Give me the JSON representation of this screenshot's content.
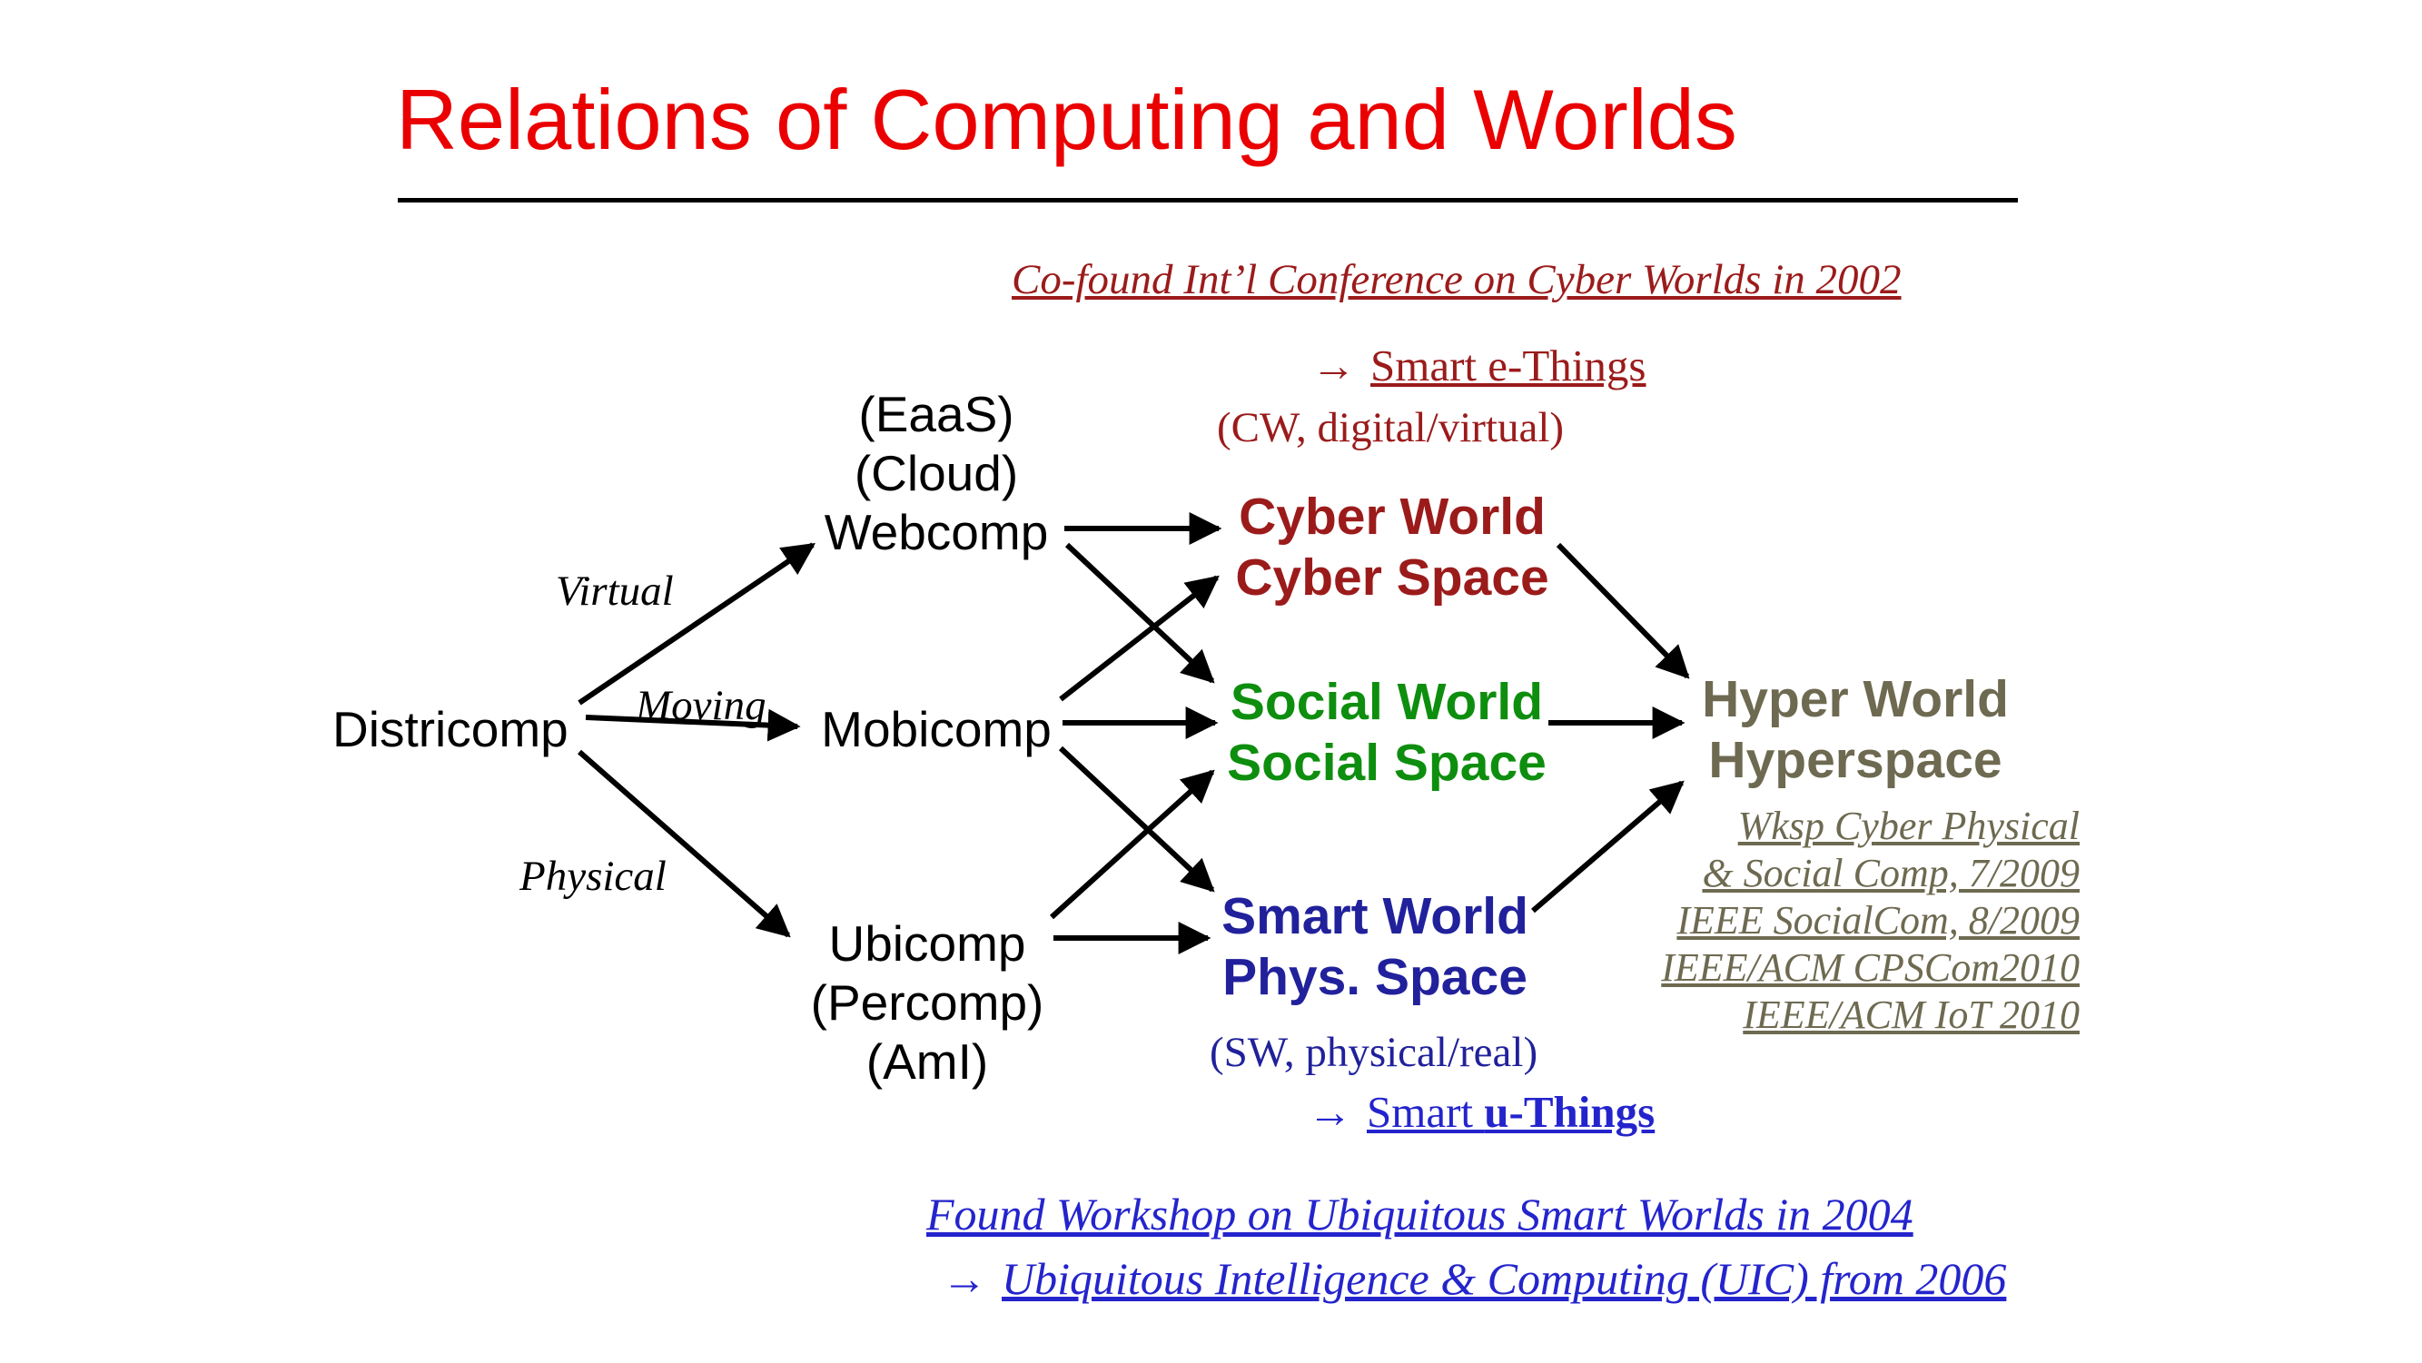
{
  "title": "Relations of Computing and Worlds",
  "notes": {
    "cyber_conference": "Co-found Int’l Conference on Cyber Worlds in 2002",
    "found_workshop": "Found Workshop on Ubiquitous Smart Worlds in 2004",
    "uic_arrow": "→",
    "uic": "Ubiquitous Intelligence & Computing (UIC) from 2006"
  },
  "nodes": {
    "districomp": "Districomp",
    "webcomp": [
      "(EaaS)",
      "(Cloud)",
      "Webcomp"
    ],
    "mobicomp": "Mobicomp",
    "ubicomp": [
      "Ubicomp",
      "(Percomp)",
      "(AmI)"
    ],
    "cyber": {
      "line1": "Cyber World",
      "line2": "Cyber Space"
    },
    "social": {
      "line1": "Social World",
      "line2": "Social Space"
    },
    "smart": {
      "line1": "Smart World",
      "line2": "Phys. Space"
    },
    "hyper": {
      "line1": "Hyper World",
      "line2": "Hyperspace"
    }
  },
  "edge_labels": {
    "virtual": "Virtual",
    "moving": "Moving",
    "physical": "Physical"
  },
  "annotations": {
    "smart_e_arrow": "→",
    "smart_e_things": "Smart e-Things",
    "cw_note": "(CW, digital/virtual)",
    "sw_note": "(SW, physical/real)",
    "smart_u_arrow": "→",
    "smart_u_prefix": "Smart ",
    "smart_u_bold": "u-Things",
    "hyper_refs": [
      "Wksp Cyber Physical",
      "& Social Comp, 7/2009",
      "IEEE SocialCom, 8/2009",
      "IEEE/ACM  CPSCom2010",
      "IEEE/ACM IoT 2010"
    ]
  },
  "colors": {
    "title_red": "#ea0000",
    "dark_red": "#9b1b1b",
    "green": "#0e8e0e",
    "navy": "#21219c",
    "blue": "#2424cd",
    "olive": "#6e6a51",
    "black": "#000000"
  }
}
